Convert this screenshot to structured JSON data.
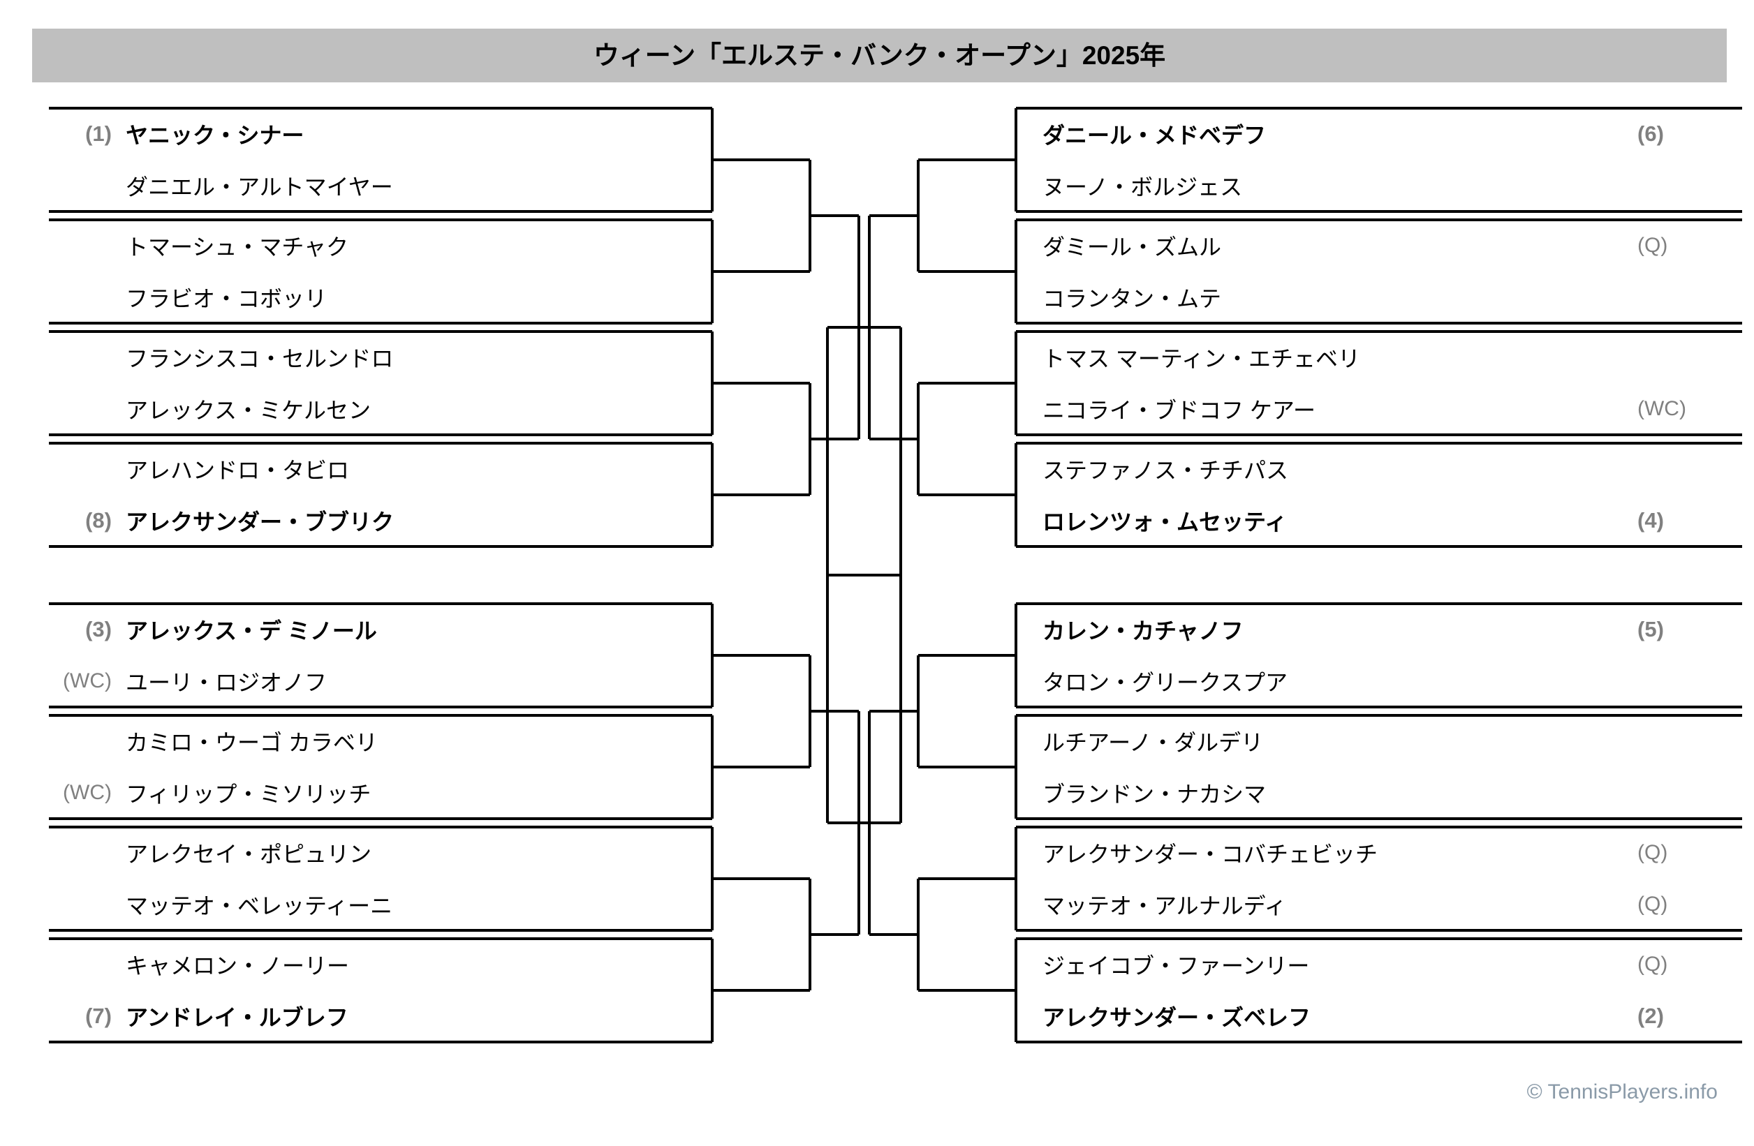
{
  "header": {
    "title": "ウィーン「エルステ・バンク・オープン」2025年",
    "bar_color": "#bfbfbf"
  },
  "footer": {
    "copyright": "© TennisPlayers.info",
    "color": "#8a9aa8"
  },
  "colors": {
    "seed_label": "#808080",
    "line": "#000000",
    "text": "#000000"
  },
  "bracket": {
    "type": "single-elimination",
    "draw_size": 16,
    "left": [
      {
        "match_index": 0,
        "players": [
          {
            "seed": "(1)",
            "name": "ヤニック・シナー",
            "bold": true
          },
          {
            "seed": "",
            "name": "ダニエル・アルトマイヤー",
            "bold": false
          }
        ]
      },
      {
        "match_index": 1,
        "players": [
          {
            "seed": "",
            "name": "トマーシュ・マチャク",
            "bold": false
          },
          {
            "seed": "",
            "name": "フラビオ・コボッリ",
            "bold": false
          }
        ]
      },
      {
        "match_index": 2,
        "players": [
          {
            "seed": "",
            "name": "フランシスコ・セルンドロ",
            "bold": false
          },
          {
            "seed": "",
            "name": "アレックス・ミケルセン",
            "bold": false
          }
        ]
      },
      {
        "match_index": 3,
        "players": [
          {
            "seed": "",
            "name": "アレハンドロ・タビロ",
            "bold": false
          },
          {
            "seed": "(8)",
            "name": "アレクサンダー・ブブリク",
            "bold": true
          }
        ]
      },
      {
        "match_index": 4,
        "players": [
          {
            "seed": "(3)",
            "name": "アレックス・デ ミノール",
            "bold": true
          },
          {
            "seed": "(WC)",
            "name": "ユーリ・ロジオノフ",
            "bold": false
          }
        ]
      },
      {
        "match_index": 5,
        "players": [
          {
            "seed": "",
            "name": "カミロ・ウーゴ カラベリ",
            "bold": false
          },
          {
            "seed": "(WC)",
            "name": "フィリップ・ミソリッチ",
            "bold": false
          }
        ]
      },
      {
        "match_index": 6,
        "players": [
          {
            "seed": "",
            "name": "アレクセイ・ポピュリン",
            "bold": false
          },
          {
            "seed": "",
            "name": "マッテオ・ベレッティーニ",
            "bold": false
          }
        ]
      },
      {
        "match_index": 7,
        "players": [
          {
            "seed": "",
            "name": "キャメロン・ノーリー",
            "bold": false
          },
          {
            "seed": "(7)",
            "name": "アンドレイ・ルブレフ",
            "bold": true
          }
        ]
      }
    ],
    "right": [
      {
        "match_index": 0,
        "players": [
          {
            "seed": "(6)",
            "name": "ダニール・メドベデフ",
            "bold": true
          },
          {
            "seed": "",
            "name": "ヌーノ・ボルジェス",
            "bold": false
          }
        ]
      },
      {
        "match_index": 1,
        "players": [
          {
            "seed": "(Q)",
            "name": "ダミール・ズムル",
            "bold": false
          },
          {
            "seed": "",
            "name": "コランタン・ムテ",
            "bold": false
          }
        ]
      },
      {
        "match_index": 2,
        "players": [
          {
            "seed": "",
            "name": "トマス マーティン・エチェベリ",
            "bold": false
          },
          {
            "seed": "(WC)",
            "name": "ニコライ・ブドコフ ケアー",
            "bold": false
          }
        ]
      },
      {
        "match_index": 3,
        "players": [
          {
            "seed": "",
            "name": "ステファノス・チチパス",
            "bold": false
          },
          {
            "seed": "(4)",
            "name": "ロレンツォ・ムセッティ",
            "bold": true
          }
        ]
      },
      {
        "match_index": 4,
        "players": [
          {
            "seed": "(5)",
            "name": "カレン・カチャノフ",
            "bold": true
          },
          {
            "seed": "",
            "name": "タロン・グリークスプア",
            "bold": false
          }
        ]
      },
      {
        "match_index": 5,
        "players": [
          {
            "seed": "",
            "name": "ルチアーノ・ダルデリ",
            "bold": false
          },
          {
            "seed": "",
            "name": "ブランドン・ナカシマ",
            "bold": false
          }
        ]
      },
      {
        "match_index": 6,
        "players": [
          {
            "seed": "(Q)",
            "name": "アレクサンダー・コバチェビッチ",
            "bold": false
          },
          {
            "seed": "(Q)",
            "name": "マッテオ・アルナルディ",
            "bold": false
          }
        ]
      },
      {
        "match_index": 7,
        "players": [
          {
            "seed": "(Q)",
            "name": "ジェイコブ・ファーンリー",
            "bold": false
          },
          {
            "seed": "(2)",
            "name": "アレクサンダー・ズベレフ",
            "bold": true
          }
        ]
      }
    ]
  }
}
